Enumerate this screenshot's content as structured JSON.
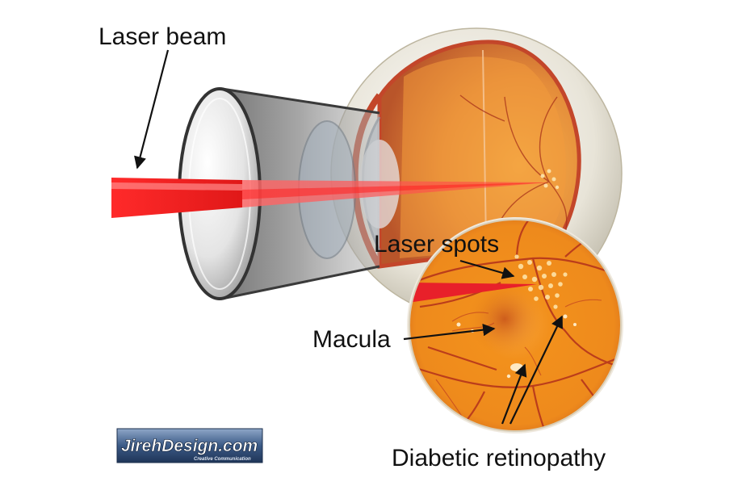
{
  "labels": {
    "laser_beam": "Laser beam",
    "laser_spots": "Laser spots",
    "macula": "Macula",
    "diabetic_retinopathy": "Diabetic retinopathy"
  },
  "logo": {
    "text": "JirehDesign.com",
    "tagline": "Creative Communication"
  },
  "colors": {
    "laser": "#e8202a",
    "retina": "#f0961e",
    "sclera": "#e9e6dc",
    "logo_bg": "#2f4f7a"
  }
}
